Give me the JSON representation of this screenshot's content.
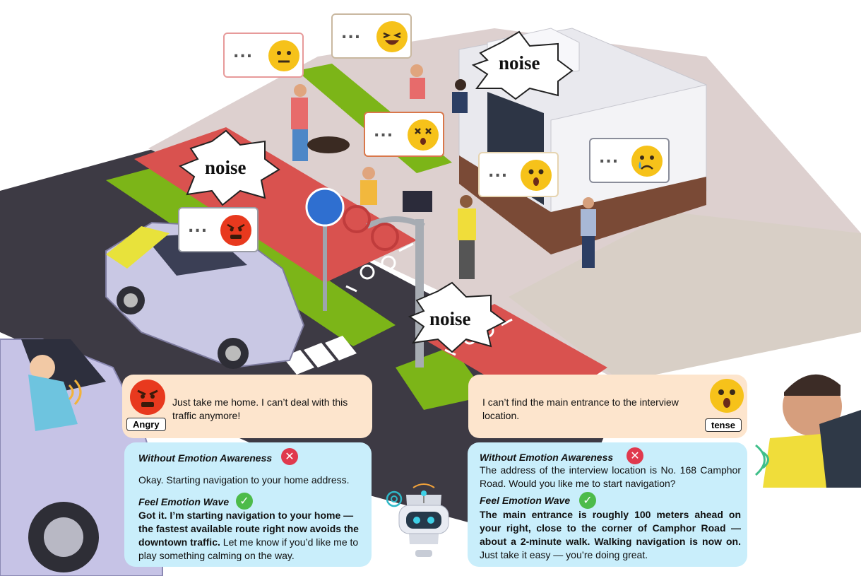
{
  "scene": {
    "noise_labels": [
      "noise",
      "noise",
      "noise"
    ],
    "bubble_dots": "..."
  },
  "driver": {
    "utterance": "Just take me home. I can’t deal with this traffic anymore!",
    "emotion": "Angry",
    "without_header": "Without Emotion Awareness",
    "without_text": "Okay. Starting navigation to your home address.",
    "with_header": "Feel Emotion Wave",
    "with_bold": "Got it. I’m starting navigation to your home — the fastest available route right now avoids the downtown traffic.",
    "with_rest": " Let me know if you’d like me to play something calming on the way."
  },
  "pedestrian": {
    "utterance": "I can’t find the main entrance to the interview location.",
    "emotion": "tense",
    "without_header": "Without Emotion Awareness",
    "without_text": "The address of the interview location is No. 168 Camphor Road. Would you like me to start navigation?",
    "with_header": "Feel Emotion Wave",
    "with_bold": "The main entrance is roughly 100 meters ahead on your right, close to the corner of Camphor Road — about a 2-minute walk. Walking navigation is now on.",
    "with_rest": " Just take it easy — you’re doing great."
  },
  "icons": {
    "wrong": "cross-mark-icon",
    "right": "check-mark-icon",
    "robot": "robot-assistant-icon",
    "logo": "openai-logo-icon"
  },
  "colors": {
    "bike_lane": "#d9524f",
    "sidewalk": "#ddd0cf",
    "road": "#3d3a44",
    "grass": "#7cb518",
    "peach_card": "#fde5cd",
    "blue_card": "#c9eefb",
    "emoji": "#f6c21a"
  }
}
